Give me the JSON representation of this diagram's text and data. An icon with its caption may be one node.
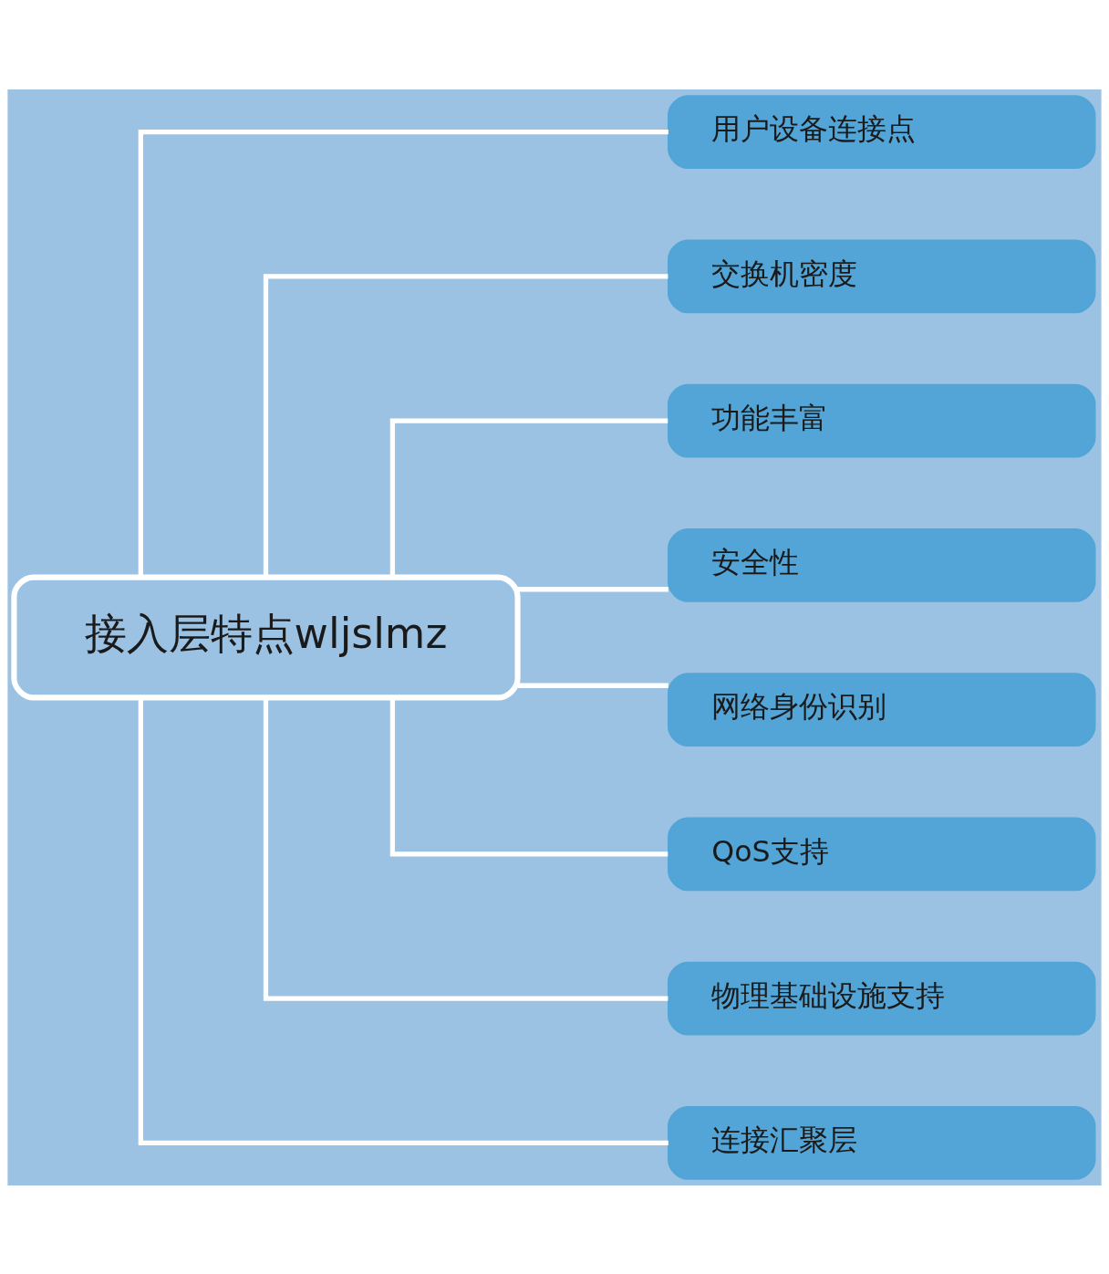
{
  "diagram": {
    "nodes": [
      {
        "text": [
          "接入层特点wljslmz"
        ]
      },
      {
        "text": [
          "用户设备连接点"
        ]
      },
      {
        "text": [
          "交换机密度"
        ]
      },
      {
        "text": [
          "功能丰富"
        ]
      },
      {
        "text": [
          "安全性"
        ]
      },
      {
        "text": [
          "网络身份识别"
        ]
      },
      {
        "text": [
          "QoS支持"
        ]
      },
      {
        "text": [
          "物理基础设施支持"
        ]
      },
      {
        "text": [
          "连接汇聚层"
        ]
      }
    ],
    "edges": [
      {
        "from": 0,
        "to": 1,
        "arrow": "none"
      },
      {
        "from": 0,
        "to": 2,
        "arrow": "none"
      },
      {
        "from": 0,
        "to": 3,
        "arrow": "none"
      },
      {
        "from": 0,
        "to": 4,
        "arrow": "none"
      },
      {
        "from": 0,
        "to": 5,
        "arrow": "none"
      },
      {
        "from": 0,
        "to": 6,
        "arrow": "none"
      },
      {
        "from": 0,
        "to": 7,
        "arrow": "none"
      },
      {
        "from": 0,
        "to": 8,
        "arrow": "none"
      }
    ]
  }
}
